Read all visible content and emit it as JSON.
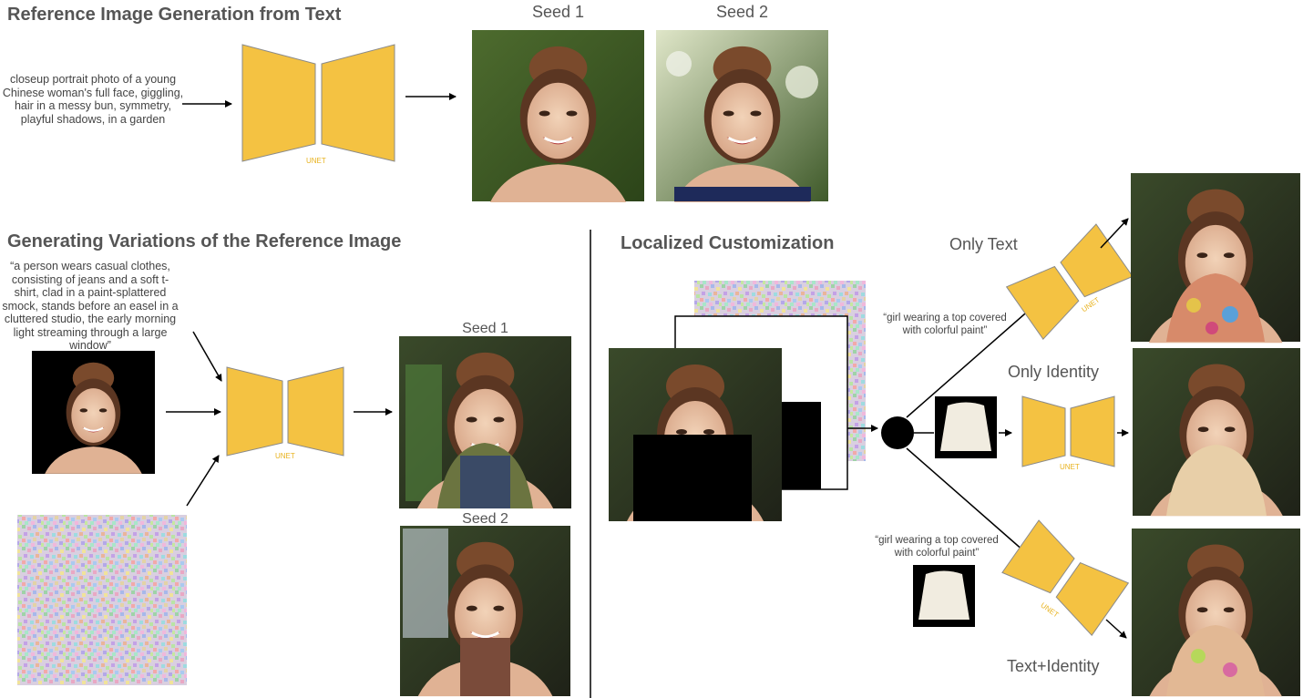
{
  "sections": {
    "top_title": "Reference Image Generation from Text",
    "variations_title": "Generating Variations of the Reference Image",
    "localized_title": "Localized Customization"
  },
  "top": {
    "prompt": "closeup portrait photo of a young Chinese woman's full face, giggling, hair in a messy bun, symmetry, playful shadows, in a garden",
    "seed1": "Seed 1",
    "seed2": "Seed 2",
    "unet": "UNET"
  },
  "variations": {
    "prompt": "“a person wears casual clothes, consisting of jeans and a soft t-shirt, clad in a paint-splattered smock, stands before an easel in a cluttered studio, the early morning light streaming through a large window”",
    "seed1": "Seed 1",
    "seed2": "Seed 2",
    "unet": "UNET"
  },
  "localized": {
    "only_text": "Only Text",
    "only_identity": "Only Identity",
    "text_identity": "Text+Identity",
    "prompt_upper": "“girl wearing a top covered with colorful paint”",
    "prompt_lower": "“girl wearing a top covered with colorful paint”",
    "unet": "UNET"
  },
  "colors": {
    "unet_fill": "#f4c242",
    "unet_stroke": "#8a8a8a",
    "unet_label": "#e8b21d",
    "arrow": "#000000",
    "divider": "#000000"
  }
}
